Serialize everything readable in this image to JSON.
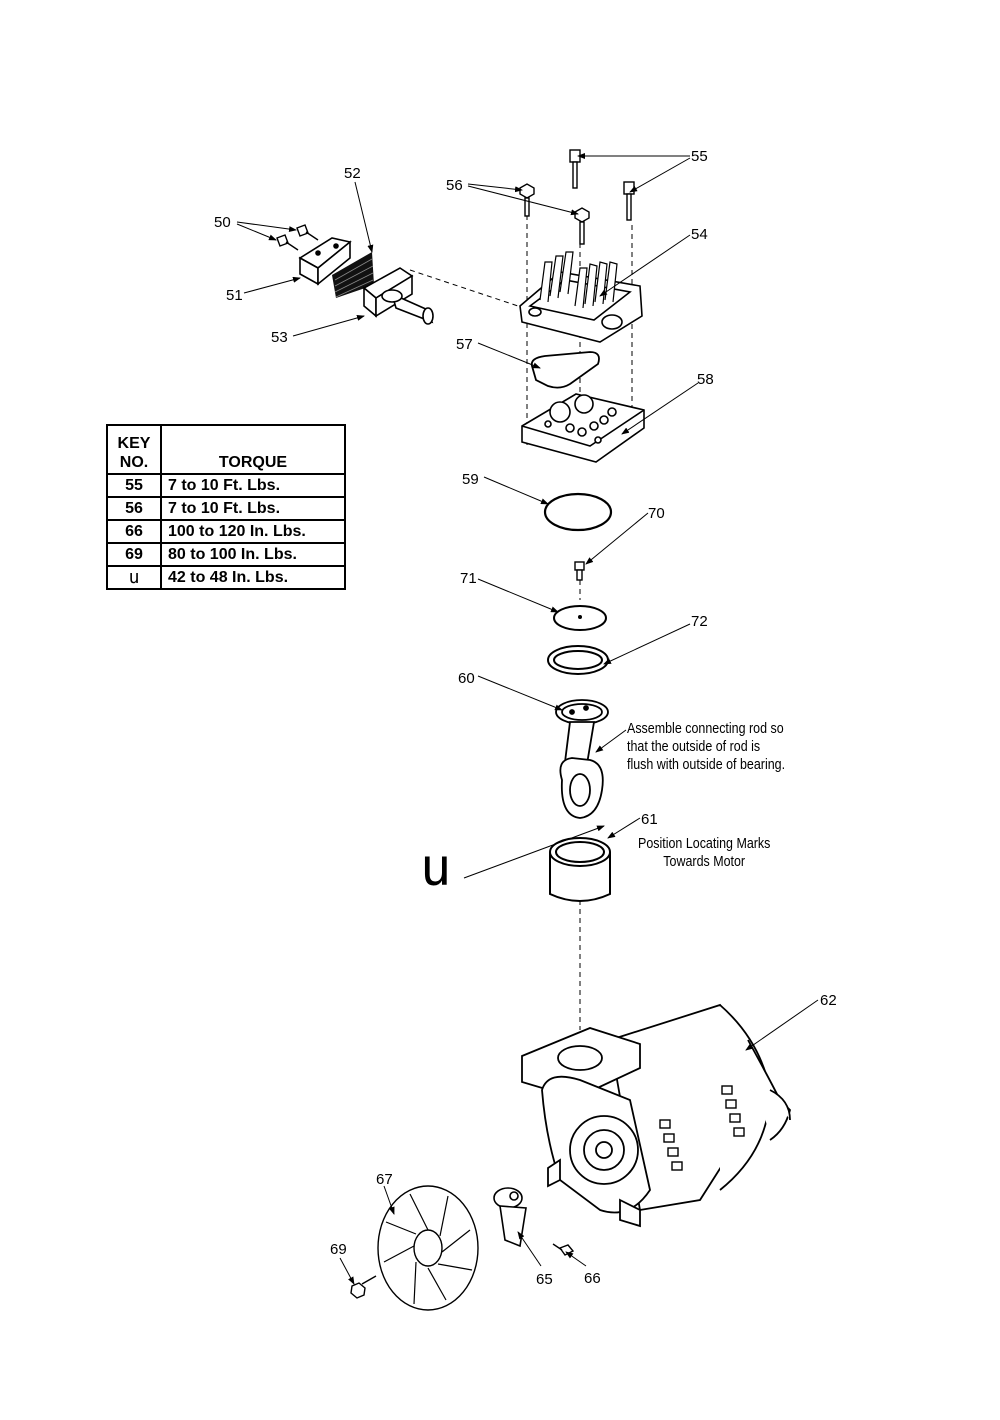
{
  "table": {
    "header": {
      "key": "KEY NO.",
      "key_line1": "KEY",
      "key_line2": "NO.",
      "torque": "TORQUE"
    },
    "rows": [
      {
        "key": "55",
        "torque": "7 to 10 Ft. Lbs."
      },
      {
        "key": "56",
        "torque": "7 to 10 Ft. Lbs."
      },
      {
        "key": "66",
        "torque": "100 to 120 In. Lbs."
      },
      {
        "key": "69",
        "torque": "80 to 100 In. Lbs."
      },
      {
        "key": "u",
        "torque": "42 to 48 In. Lbs."
      }
    ]
  },
  "callouts": {
    "c50": "50",
    "c51": "51",
    "c52": "52",
    "c53": "53",
    "c54": "54",
    "c55": "55",
    "c56": "56",
    "c57": "57",
    "c58": "58",
    "c59": "59",
    "c60": "60",
    "c61": "61",
    "c62": "62",
    "c65": "65",
    "c66": "66",
    "c67": "67",
    "c69": "69",
    "c70": "70",
    "c71": "71",
    "c72": "72"
  },
  "notes": {
    "connecting_rod": "Assemble connecting rod so\nthat the outside of rod is\nflush with outside of bearing.",
    "locating_marks": "Position Locating Marks\nTowards Motor"
  },
  "torque_symbol": "u"
}
